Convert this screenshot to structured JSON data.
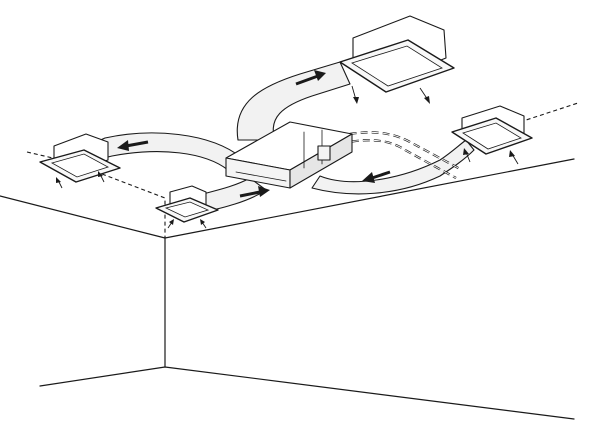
{
  "diagram": {
    "components": {
      "indoor_unit": "ducted-indoor-unit",
      "supply_grilles": [
        "top-grille",
        "left-grille",
        "front-grille",
        "right-grille"
      ],
      "ducts": [
        "duct-to-top-grille",
        "duct-to-left-grille",
        "duct-to-front-grille",
        "duct-from-right-grille"
      ],
      "refrigerant_piping": "refrigerant-pipe-pair"
    },
    "colors": {
      "line": "#1a1a1a",
      "duct_fill": "#f2f2f2",
      "background": "#ffffff"
    },
    "icons": {
      "airflow": "arrow-icon",
      "discharge": "small-arrow-icon"
    }
  }
}
